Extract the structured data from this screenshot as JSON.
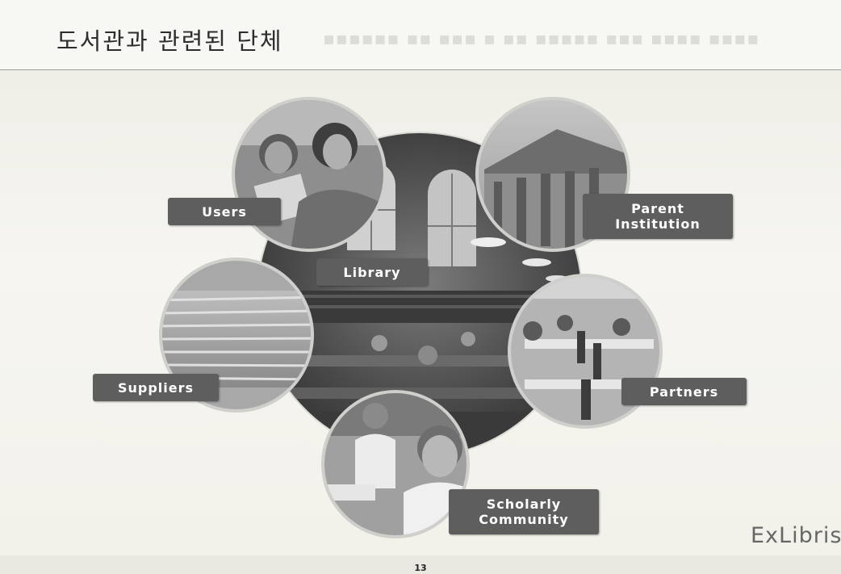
{
  "title": "도서관과 관련된 단체",
  "labels": {
    "users": "Users",
    "parent_institution": "Parent\nInstitution",
    "library": "Library",
    "suppliers": "Suppliers",
    "partners": "Partners",
    "scholarly_community": "Scholarly\nCommunity"
  },
  "page_number": "13",
  "logo": "ExLibris",
  "colors": {
    "label_background": "#5e5e5e",
    "label_text": "#ffffff",
    "background": "#f3f2ec"
  }
}
